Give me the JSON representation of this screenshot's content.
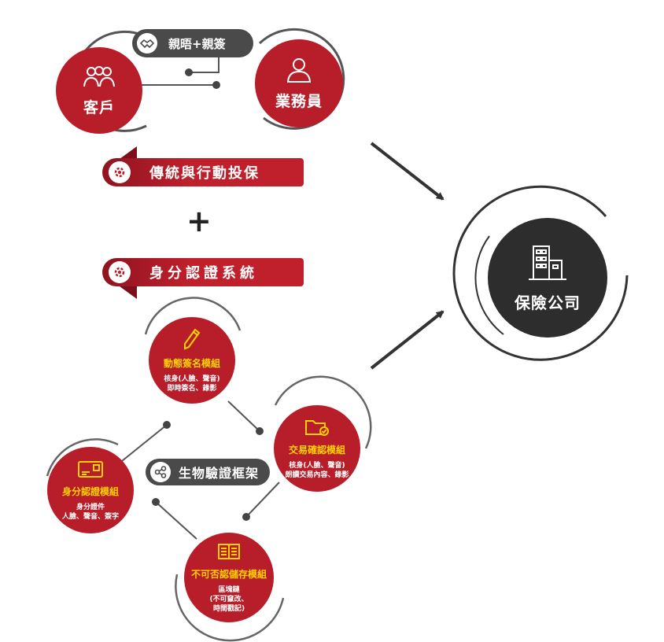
{
  "top": {
    "pill_label": "親晤+親簽",
    "customer_label": "客戶",
    "agent_label": "業務員"
  },
  "banners": {
    "first": "傳統與行動投保",
    "plus": "+",
    "second": "身分認證系統"
  },
  "insurer": {
    "label": "保險公司"
  },
  "framework": {
    "label": "生物驗證框架",
    "modules": [
      {
        "title": "動態簽名模組",
        "desc_lines": [
          "核身(人臉、聲音)",
          "即時簽名、錄影"
        ]
      },
      {
        "title": "交易確認模組",
        "desc_lines": [
          "核身(人臉、聲音)",
          "朗讀交易內容、錄影"
        ]
      },
      {
        "title": "身分認證模組",
        "desc_lines": [
          "身分證件",
          "人臉、聲音、簽字"
        ]
      },
      {
        "title": "不可否認儲存模組",
        "desc_lines": [
          "區塊鏈",
          "(不可竄改、",
          "時間戳記)"
        ]
      }
    ]
  },
  "colors": {
    "red": "#b81e2a",
    "dark": "#2d2d2d",
    "gray": "#4a4a4a",
    "yellow": "#ffd200"
  }
}
